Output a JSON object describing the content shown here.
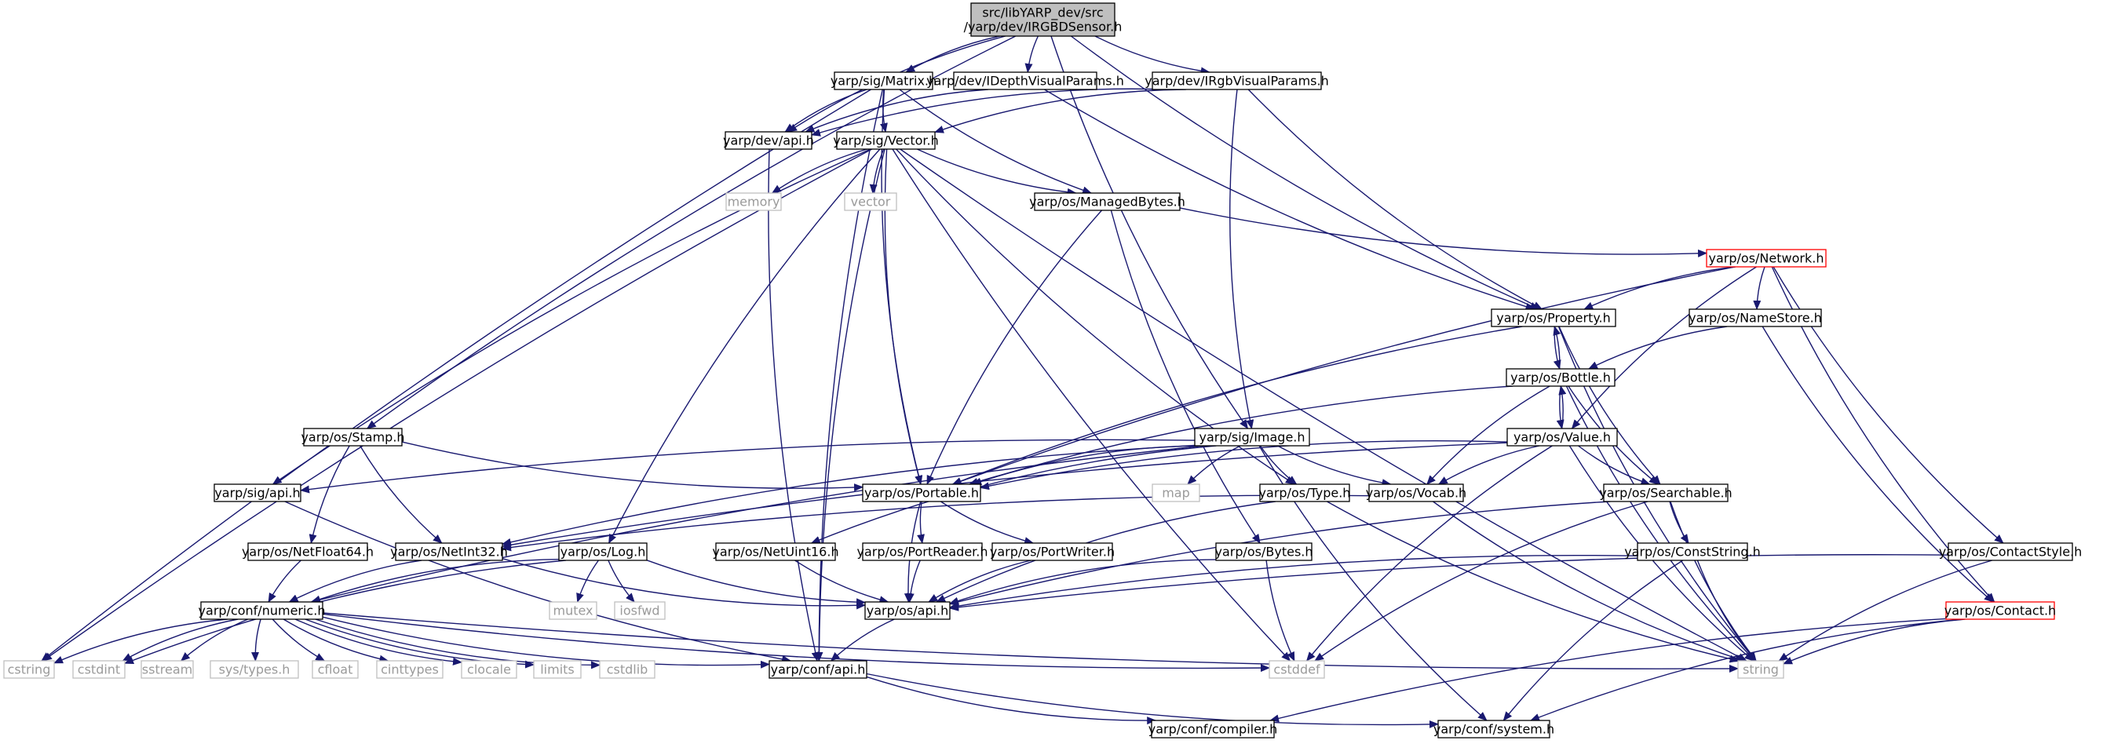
{
  "colors": {
    "edge": "#191970",
    "node_border": "#000000",
    "external_border": "#bfbfbf",
    "incomplete_border": "#ff0000",
    "root_fill": "#bfbfbf",
    "node_fill": "#ffffff"
  },
  "nodes": [
    {
      "id": "root",
      "lines": [
        "src/libYARP_dev/src",
        "/yarp/dev/IRGBDSensor.h"
      ],
      "kind": "root"
    },
    {
      "id": "matrix",
      "lines": [
        "yarp/sig/Matrix.h"
      ],
      "kind": "normal"
    },
    {
      "id": "idepth",
      "lines": [
        "yarp/dev/IDepthVisualParams.h"
      ],
      "kind": "normal"
    },
    {
      "id": "irgb",
      "lines": [
        "yarp/dev/IRgbVisualParams.h"
      ],
      "kind": "normal"
    },
    {
      "id": "devapi",
      "lines": [
        "yarp/dev/api.h"
      ],
      "kind": "normal"
    },
    {
      "id": "vector",
      "lines": [
        "yarp/sig/Vector.h"
      ],
      "kind": "normal"
    },
    {
      "id": "memory",
      "lines": [
        "memory"
      ],
      "kind": "external"
    },
    {
      "id": "vectorstd",
      "lines": [
        "vector"
      ],
      "kind": "external"
    },
    {
      "id": "managed",
      "lines": [
        "yarp/os/ManagedBytes.h"
      ],
      "kind": "normal"
    },
    {
      "id": "network",
      "lines": [
        "yarp/os/Network.h"
      ],
      "kind": "incomplete"
    },
    {
      "id": "property",
      "lines": [
        "yarp/os/Property.h"
      ],
      "kind": "normal"
    },
    {
      "id": "namestore",
      "lines": [
        "yarp/os/NameStore.h"
      ],
      "kind": "normal"
    },
    {
      "id": "bottle",
      "lines": [
        "yarp/os/Bottle.h"
      ],
      "kind": "normal"
    },
    {
      "id": "stamp",
      "lines": [
        "yarp/os/Stamp.h"
      ],
      "kind": "normal"
    },
    {
      "id": "image",
      "lines": [
        "yarp/sig/Image.h"
      ],
      "kind": "normal"
    },
    {
      "id": "value",
      "lines": [
        "yarp/os/Value.h"
      ],
      "kind": "normal"
    },
    {
      "id": "sigapi",
      "lines": [
        "yarp/sig/api.h"
      ],
      "kind": "normal"
    },
    {
      "id": "map",
      "lines": [
        "map"
      ],
      "kind": "external"
    },
    {
      "id": "portable",
      "lines": [
        "yarp/os/Portable.h"
      ],
      "kind": "normal"
    },
    {
      "id": "type",
      "lines": [
        "yarp/os/Type.h"
      ],
      "kind": "normal"
    },
    {
      "id": "vocab",
      "lines": [
        "yarp/os/Vocab.h"
      ],
      "kind": "normal"
    },
    {
      "id": "searchable",
      "lines": [
        "yarp/os/Searchable.h"
      ],
      "kind": "normal"
    },
    {
      "id": "netfloat",
      "lines": [
        "yarp/os/NetFloat64.h"
      ],
      "kind": "normal"
    },
    {
      "id": "netint",
      "lines": [
        "yarp/os/NetInt32.h"
      ],
      "kind": "normal"
    },
    {
      "id": "log",
      "lines": [
        "yarp/os/Log.h"
      ],
      "kind": "normal"
    },
    {
      "id": "netuint",
      "lines": [
        "yarp/os/NetUint16.h"
      ],
      "kind": "normal"
    },
    {
      "id": "portreader",
      "lines": [
        "yarp/os/PortReader.h"
      ],
      "kind": "normal"
    },
    {
      "id": "portwriter",
      "lines": [
        "yarp/os/PortWriter.h"
      ],
      "kind": "normal"
    },
    {
      "id": "bytes",
      "lines": [
        "yarp/os/Bytes.h"
      ],
      "kind": "normal"
    },
    {
      "id": "conststring",
      "lines": [
        "yarp/os/ConstString.h"
      ],
      "kind": "normal"
    },
    {
      "id": "contactstyle",
      "lines": [
        "yarp/os/ContactStyle.h"
      ],
      "kind": "normal"
    },
    {
      "id": "contact",
      "lines": [
        "yarp/os/Contact.h"
      ],
      "kind": "incomplete"
    },
    {
      "id": "mutex",
      "lines": [
        "mutex"
      ],
      "kind": "external"
    },
    {
      "id": "iosfwd",
      "lines": [
        "iosfwd"
      ],
      "kind": "external"
    },
    {
      "id": "numeric",
      "lines": [
        "yarp/conf/numeric.h"
      ],
      "kind": "normal"
    },
    {
      "id": "osapi",
      "lines": [
        "yarp/os/api.h"
      ],
      "kind": "normal"
    },
    {
      "id": "cstring",
      "lines": [
        "cstring"
      ],
      "kind": "external"
    },
    {
      "id": "cstdint",
      "lines": [
        "cstdint"
      ],
      "kind": "external"
    },
    {
      "id": "sstream",
      "lines": [
        "sstream"
      ],
      "kind": "external"
    },
    {
      "id": "systypes",
      "lines": [
        "sys/types.h"
      ],
      "kind": "external"
    },
    {
      "id": "cfloat",
      "lines": [
        "cfloat"
      ],
      "kind": "external"
    },
    {
      "id": "cinttypes",
      "lines": [
        "cinttypes"
      ],
      "kind": "external"
    },
    {
      "id": "clocale",
      "lines": [
        "clocale"
      ],
      "kind": "external"
    },
    {
      "id": "limits",
      "lines": [
        "limits"
      ],
      "kind": "external"
    },
    {
      "id": "cstdlib",
      "lines": [
        "cstdlib"
      ],
      "kind": "external"
    },
    {
      "id": "confapi",
      "lines": [
        "yarp/conf/api.h"
      ],
      "kind": "normal"
    },
    {
      "id": "cstddef",
      "lines": [
        "cstddef"
      ],
      "kind": "external"
    },
    {
      "id": "string",
      "lines": [
        "string"
      ],
      "kind": "external"
    },
    {
      "id": "compiler",
      "lines": [
        "yarp/conf/compiler.h"
      ],
      "kind": "normal"
    },
    {
      "id": "system",
      "lines": [
        "yarp/conf/system.h"
      ],
      "kind": "normal"
    }
  ],
  "edges": [
    [
      "root",
      "matrix"
    ],
    [
      "root",
      "idepth"
    ],
    [
      "root",
      "irgb"
    ],
    [
      "root",
      "devapi"
    ],
    [
      "root",
      "stamp"
    ],
    [
      "root",
      "image"
    ],
    [
      "root",
      "property"
    ],
    [
      "matrix",
      "vector"
    ],
    [
      "matrix",
      "devapi"
    ],
    [
      "matrix",
      "managed"
    ],
    [
      "matrix",
      "portable"
    ],
    [
      "matrix",
      "cstring"
    ],
    [
      "matrix",
      "confapi"
    ],
    [
      "idepth",
      "devapi"
    ],
    [
      "idepth",
      "property"
    ],
    [
      "irgb",
      "devapi"
    ],
    [
      "irgb",
      "vector"
    ],
    [
      "irgb",
      "image"
    ],
    [
      "irgb",
      "property"
    ],
    [
      "devapi",
      "confapi"
    ],
    [
      "vector",
      "memory"
    ],
    [
      "vector",
      "vectorstd"
    ],
    [
      "vector",
      "managed"
    ],
    [
      "vector",
      "portable"
    ],
    [
      "vector",
      "type"
    ],
    [
      "vector",
      "log"
    ],
    [
      "vector",
      "sigapi"
    ],
    [
      "vector",
      "cstring"
    ],
    [
      "vector",
      "cstddef"
    ],
    [
      "vector",
      "string"
    ],
    [
      "vector",
      "confapi"
    ],
    [
      "managed",
      "network"
    ],
    [
      "managed",
      "portable"
    ],
    [
      "managed",
      "bytes"
    ],
    [
      "network",
      "property"
    ],
    [
      "network",
      "namestore"
    ],
    [
      "network",
      "value"
    ],
    [
      "network",
      "contactstyle"
    ],
    [
      "network",
      "contact"
    ],
    [
      "network",
      "portable"
    ],
    [
      "property",
      "bottle"
    ],
    [
      "property",
      "searchable"
    ],
    [
      "property",
      "portable"
    ],
    [
      "property",
      "string"
    ],
    [
      "namestore",
      "bottle"
    ],
    [
      "namestore",
      "contact"
    ],
    [
      "bottle",
      "property"
    ],
    [
      "bottle",
      "value"
    ],
    [
      "bottle",
      "searchable"
    ],
    [
      "bottle",
      "vocab"
    ],
    [
      "bottle",
      "portable"
    ],
    [
      "bottle",
      "string"
    ],
    [
      "value",
      "bottle"
    ],
    [
      "value",
      "searchable"
    ],
    [
      "value",
      "vocab"
    ],
    [
      "value",
      "portable"
    ],
    [
      "value",
      "netint"
    ],
    [
      "value",
      "cstddef"
    ],
    [
      "value",
      "string"
    ],
    [
      "stamp",
      "portable"
    ],
    [
      "stamp",
      "netfloat"
    ],
    [
      "stamp",
      "netint"
    ],
    [
      "image",
      "sigapi"
    ],
    [
      "image",
      "portable"
    ],
    [
      "image",
      "type"
    ],
    [
      "image",
      "vocab"
    ],
    [
      "image",
      "map"
    ],
    [
      "image",
      "netint"
    ],
    [
      "image",
      "netuint"
    ],
    [
      "image",
      "system"
    ],
    [
      "image",
      "numeric"
    ],
    [
      "sigapi",
      "confapi"
    ],
    [
      "portable",
      "portreader"
    ],
    [
      "portable",
      "portwriter"
    ],
    [
      "portable",
      "osapi"
    ],
    [
      "type",
      "osapi"
    ],
    [
      "type",
      "string"
    ],
    [
      "vocab",
      "netint"
    ],
    [
      "vocab",
      "string"
    ],
    [
      "searchable",
      "conststring"
    ],
    [
      "searchable",
      "osapi"
    ],
    [
      "searchable",
      "cstddef"
    ],
    [
      "searchable",
      "string"
    ],
    [
      "netfloat",
      "numeric"
    ],
    [
      "netint",
      "numeric"
    ],
    [
      "netint",
      "osapi"
    ],
    [
      "log",
      "mutex"
    ],
    [
      "log",
      "iosfwd"
    ],
    [
      "log",
      "osapi"
    ],
    [
      "log",
      "numeric"
    ],
    [
      "log",
      "cstdint"
    ],
    [
      "netuint",
      "osapi"
    ],
    [
      "portreader",
      "osapi"
    ],
    [
      "portwriter",
      "osapi"
    ],
    [
      "bytes",
      "osapi"
    ],
    [
      "bytes",
      "cstddef"
    ],
    [
      "conststring",
      "osapi"
    ],
    [
      "conststring",
      "string"
    ],
    [
      "conststring",
      "system"
    ],
    [
      "contactstyle",
      "osapi"
    ],
    [
      "contactstyle",
      "string"
    ],
    [
      "contact",
      "string"
    ],
    [
      "contact",
      "compiler"
    ],
    [
      "contact",
      "system"
    ],
    [
      "osapi",
      "confapi"
    ],
    [
      "numeric",
      "cstring"
    ],
    [
      "numeric",
      "cstdint"
    ],
    [
      "numeric",
      "sstream"
    ],
    [
      "numeric",
      "systypes"
    ],
    [
      "numeric",
      "cfloat"
    ],
    [
      "numeric",
      "cinttypes"
    ],
    [
      "numeric",
      "clocale"
    ],
    [
      "numeric",
      "limits"
    ],
    [
      "numeric",
      "cstdlib"
    ],
    [
      "numeric",
      "confapi"
    ],
    [
      "numeric",
      "cstddef"
    ],
    [
      "numeric",
      "string"
    ],
    [
      "confapi",
      "compiler"
    ],
    [
      "confapi",
      "system"
    ]
  ]
}
